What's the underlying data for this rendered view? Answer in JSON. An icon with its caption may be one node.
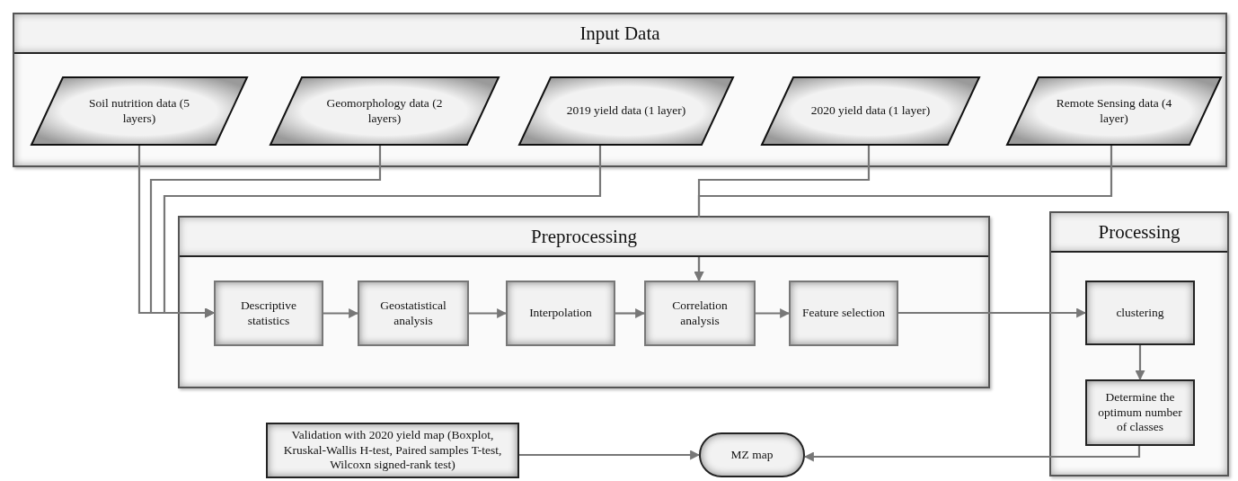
{
  "diagram": {
    "nodes": [
      {
        "text": [
          "Input Data"
        ]
      },
      {
        "text": [
          "Soil nutrition data (5 layers)"
        ],
        "in": 0
      },
      {
        "text": [
          "Geomorphology data (2 layers)"
        ],
        "in": 0
      },
      {
        "text": [
          "2019 yield data (1 layer)"
        ],
        "in": 0
      },
      {
        "text": [
          "2020 yield data (1 layer)"
        ],
        "in": 0
      },
      {
        "text": [
          "Remote Sensing data (4 layer)"
        ],
        "in": 0
      },
      {
        "text": [
          "Preprocessing"
        ]
      },
      {
        "text": [
          "Descriptive statistics"
        ],
        "in": 6
      },
      {
        "text": [
          "Geostatistical analysis"
        ],
        "in": 6
      },
      {
        "text": [
          "Interpolation"
        ],
        "in": 6
      },
      {
        "text": [
          "Correlation analysis"
        ],
        "in": 6
      },
      {
        "text": [
          "Feature selection"
        ],
        "in": 6
      },
      {
        "text": [
          "Processing"
        ]
      },
      {
        "text": [
          "clustering"
        ],
        "in": 12
      },
      {
        "text": [
          "Determine the optimum number of classes"
        ],
        "in": 12
      },
      {
        "text": [
          "Validation with 2020 yield map (Boxplot, Kruskal-Wallis H-test, Paired samples T-test, Wilcoxn signed-rank test)"
        ]
      },
      {
        "text": [
          "MZ map"
        ]
      }
    ],
    "edges": [
      {
        "from": 1,
        "to": 7,
        "arrow": "to"
      },
      {
        "from": 2,
        "to": 7,
        "arrow": "to"
      },
      {
        "from": 3,
        "to": 7,
        "arrow": "to"
      },
      {
        "from": 4,
        "to": 10,
        "arrow": "to"
      },
      {
        "from": 5,
        "to": 10,
        "arrow": "to"
      },
      {
        "from": 7,
        "to": 8,
        "arrow": "to"
      },
      {
        "from": 8,
        "to": 9,
        "arrow": "to"
      },
      {
        "from": 9,
        "to": 10,
        "arrow": "to"
      },
      {
        "from": 10,
        "to": 11,
        "arrow": "to"
      },
      {
        "from": 11,
        "to": 13,
        "arrow": "to"
      },
      {
        "from": 13,
        "to": 14,
        "arrow": "to"
      },
      {
        "from": 14,
        "to": 16,
        "arrow": "to"
      },
      {
        "from": 15,
        "to": 16,
        "arrow": "to"
      }
    ]
  }
}
